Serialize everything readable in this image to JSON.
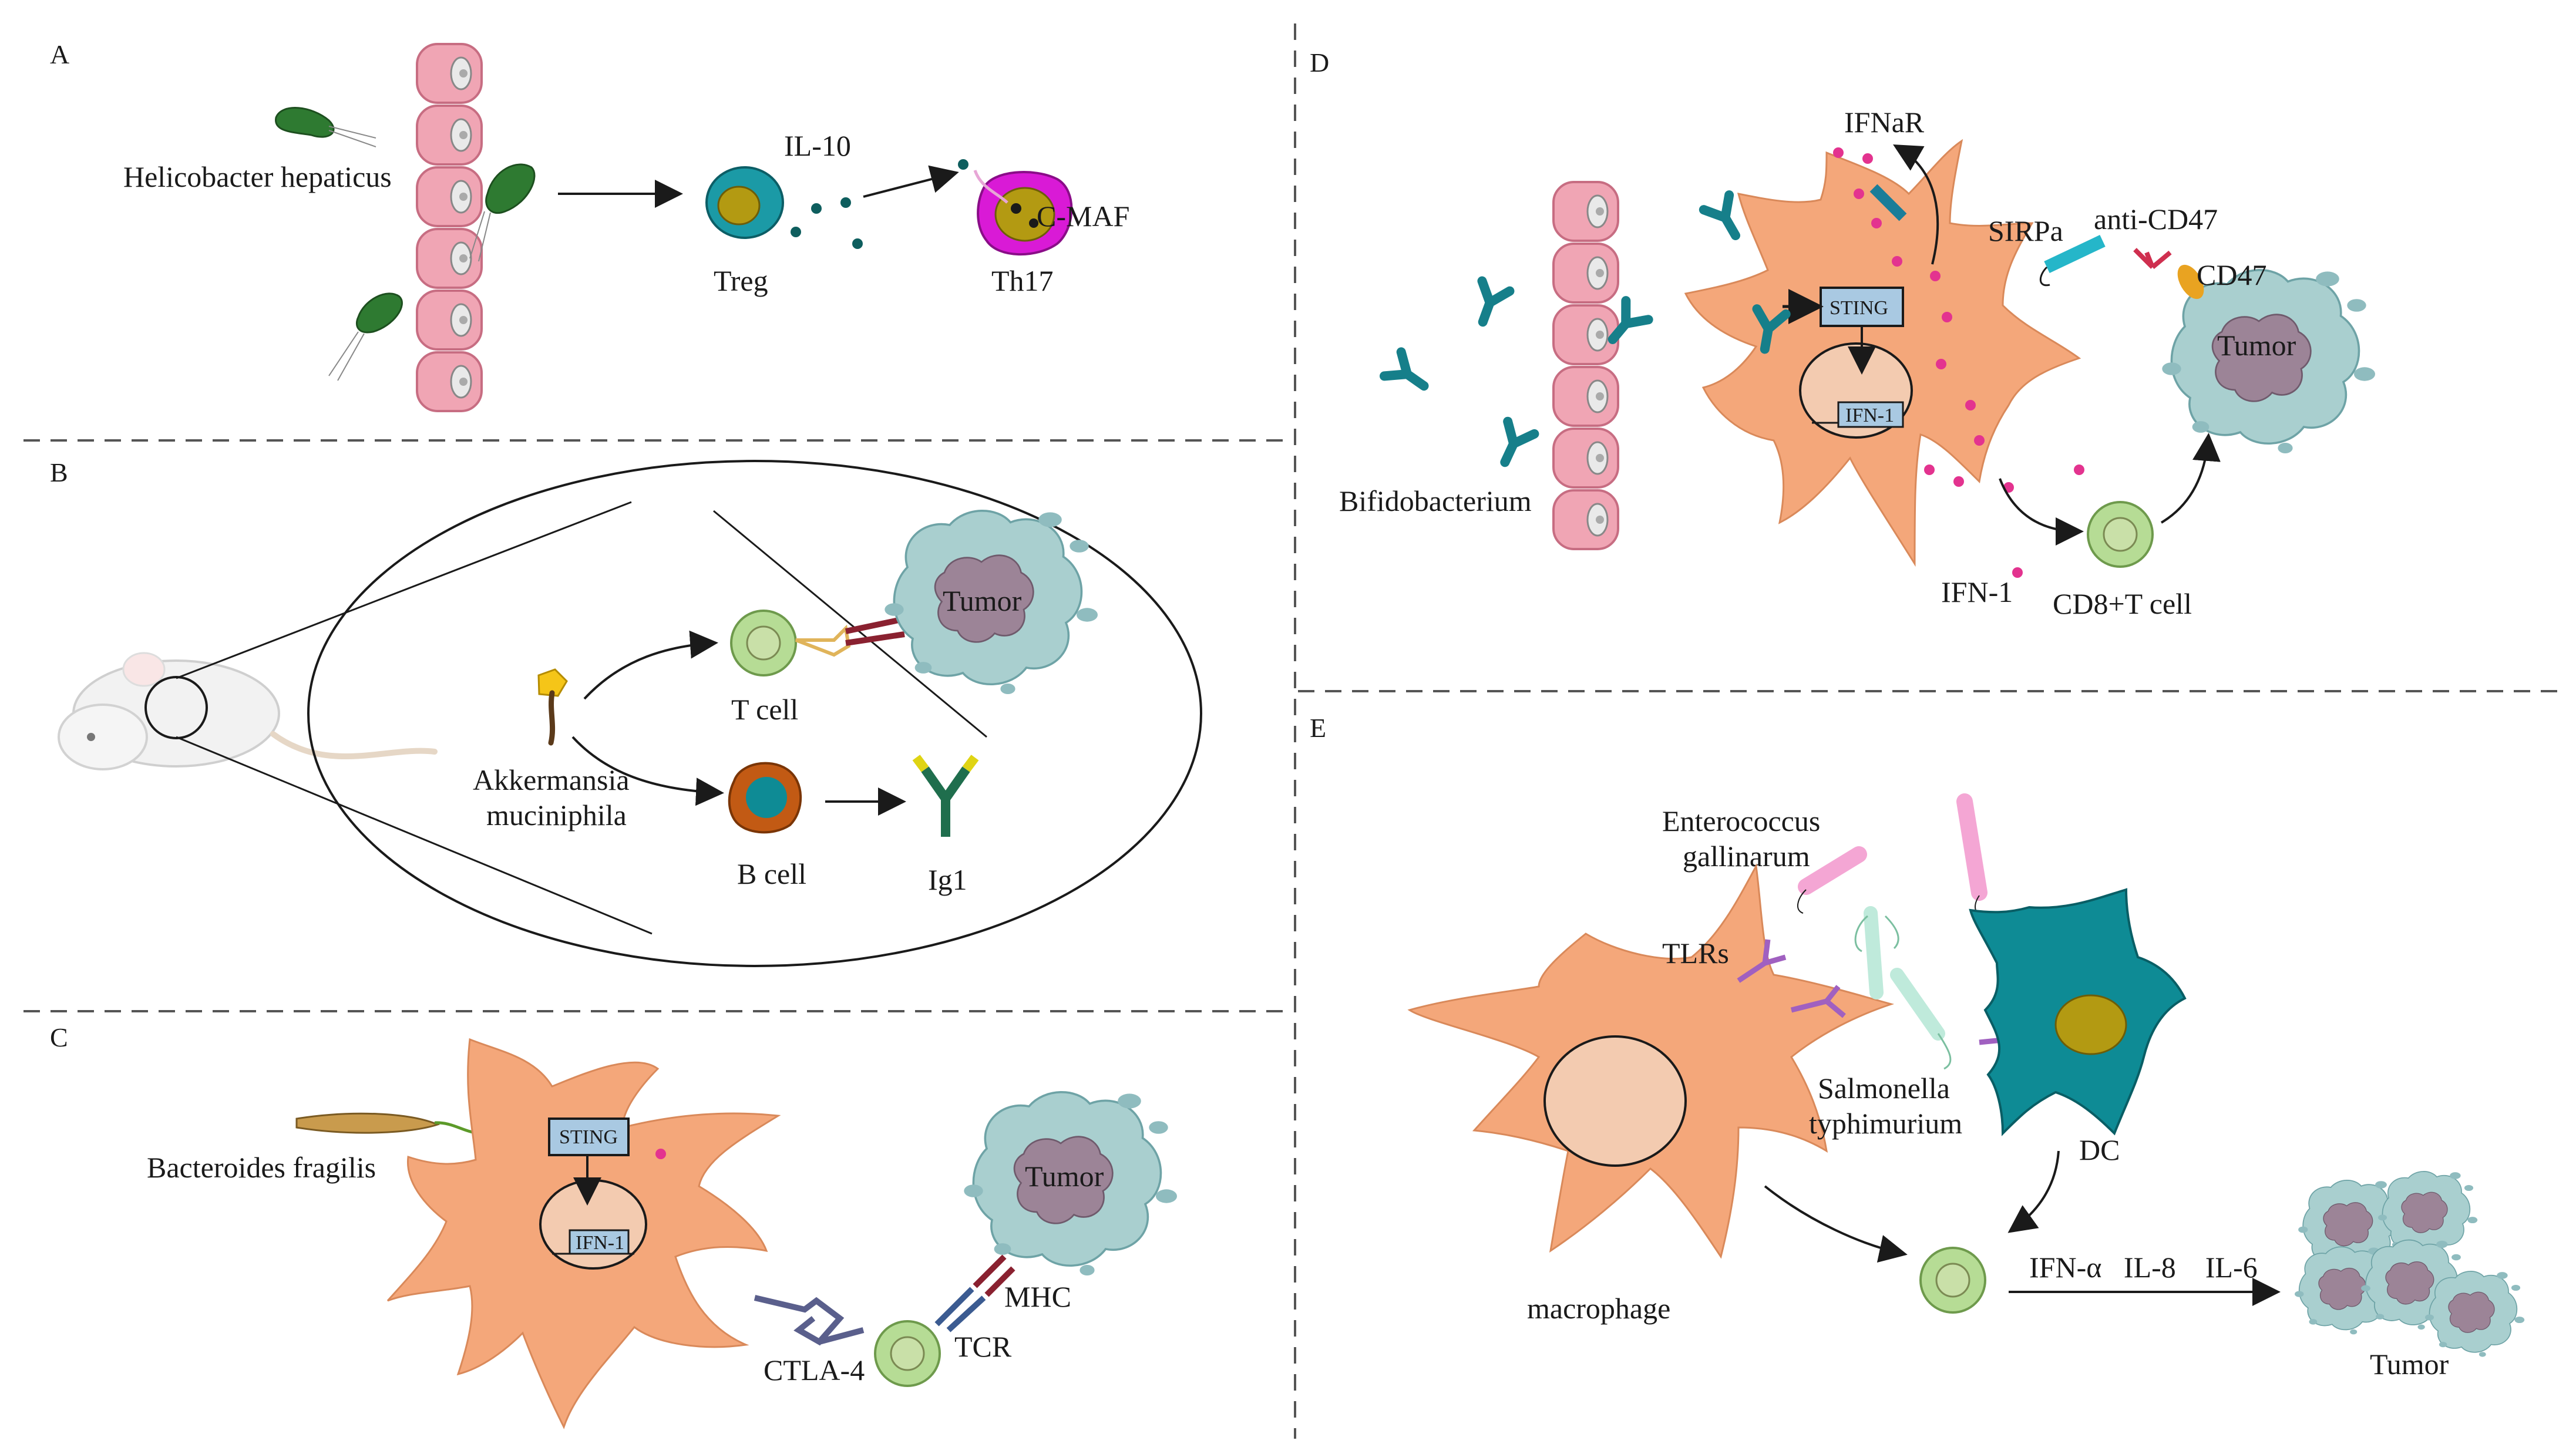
{
  "colors": {
    "cell_orange": "#f4a77a",
    "tumor_teal": "#a9cfcf",
    "tumor_core": "#9c8497",
    "dc_teal": "#0e8b95",
    "nucleus_olive": "#b39a12",
    "th17_magenta": "#d91ad6",
    "treg_teal": "#1b9aa6",
    "intestine_pink": "#f0a5b4",
    "green_cell": "#b6dc95",
    "dot_pink": "#e3338f",
    "sting_box": "#a9c9e2"
  },
  "panels": {
    "a": {
      "letter": "A",
      "bacterium": "Helicobacter hepaticus",
      "cytokine": "IL-10",
      "cell_treg": "Treg",
      "cell_th17": "Th17",
      "tf": "C-MAF"
    },
    "b": {
      "letter": "B",
      "bacterium_line1": "Akkermansia",
      "bacterium_line2": "muciniphila",
      "t_cell": "T cell",
      "b_cell": "B cell",
      "antibody": "Ig1",
      "tumor": "Tumor"
    },
    "c": {
      "letter": "C",
      "bacterium": "Bacteroides fragilis",
      "sting": "STING",
      "ifn": "IFN-1",
      "tumor": "Tumor",
      "mhc": "MHC",
      "tcr": "TCR",
      "ctla4": "CTLA-4"
    },
    "d": {
      "letter": "D",
      "bacterium": "Bifidobacterium",
      "receptor": "IFNaR",
      "sirpa": "SIRPa",
      "anti_cd47": "anti-CD47",
      "cd47": "CD47",
      "tumor": "Tumor",
      "sting": "STING",
      "ifn_box": "IFN-1",
      "ifn_label": "IFN-1",
      "cd8": "CD8+T cell"
    },
    "e": {
      "letter": "E",
      "bacterium1_line1": "Enterococcus",
      "bacterium1_line2": "gallinarum",
      "tlrs": "TLRs",
      "bacterium2_line1": "Salmonella",
      "bacterium2_line2": "typhimurium",
      "dc": "DC",
      "macrophage": "macrophage",
      "cytokines": "IFN-α   IL-8    IL-6",
      "tumor": "Tumor"
    }
  }
}
